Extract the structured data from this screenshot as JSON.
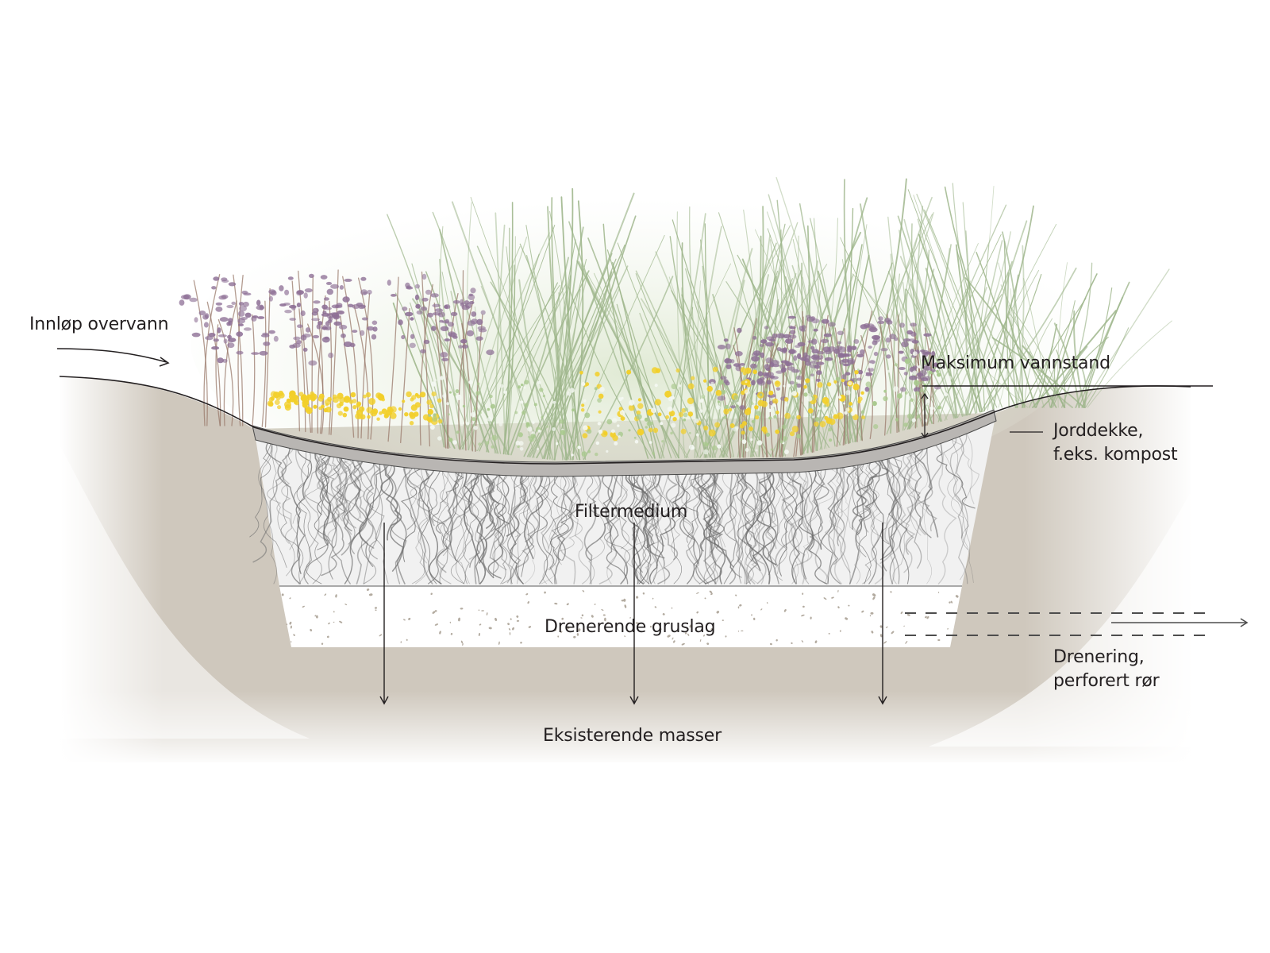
{
  "diagram": {
    "title": "Regnbed – tverrsnitt",
    "labels": {
      "inlet": "Innløp overvann",
      "max_water_level": "Maksimum vannstand",
      "mulch_line1": "Jorddekke,",
      "mulch_line2": "f.eks. kompost",
      "filter_medium": "Filtermedium",
      "gravel_layer": "Drenerende gruslag",
      "drainage_line1": "Drenering,",
      "drainage_line2": "perforert rør",
      "existing_soil": "Eksisterende masser"
    },
    "layers": [
      {
        "name": "Jorddekke",
        "color": "#b9b6b3"
      },
      {
        "name": "Filtermedium",
        "color": "#f1f1f1"
      },
      {
        "name": "Drenerende gruslag",
        "color": "#ffffff"
      },
      {
        "name": "Eksisterende masser",
        "color": "#cfc8bd"
      }
    ],
    "vegetation_colors": {
      "grass": "#9db58a",
      "flower_purple": "#8d6f95",
      "flower_yellow": "#f2cf2a",
      "stem": "#9a7a6b",
      "haze": "#e3ecd8"
    },
    "line_color": "#231f20"
  }
}
